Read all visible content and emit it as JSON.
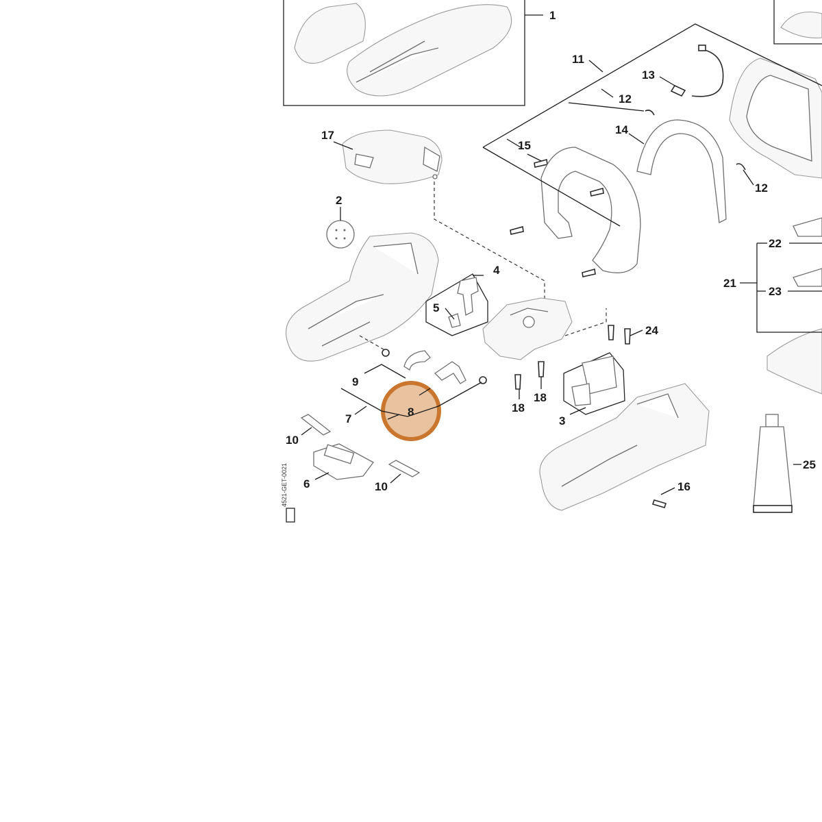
{
  "diagram": {
    "drawing_code": "4521-GET-0021",
    "highlight_color": "#e9c3a0",
    "highlight_ring_color": "#c9772f",
    "callouts": {
      "c1": "1",
      "c2": "2",
      "c3": "3",
      "c4": "4",
      "c5": "5",
      "c6": "6",
      "c7": "7",
      "c8": "8",
      "c9": "9",
      "c10a": "10",
      "c10b": "10",
      "c11": "11",
      "c12a": "12",
      "c12b": "12",
      "c13": "13",
      "c14": "14",
      "c15": "15",
      "c16": "16",
      "c17": "17",
      "c18a": "18",
      "c18b": "18",
      "c21": "21",
      "c22": "22",
      "c23": "23",
      "c24": "24",
      "c25": "25"
    },
    "selected_part": "8"
  }
}
